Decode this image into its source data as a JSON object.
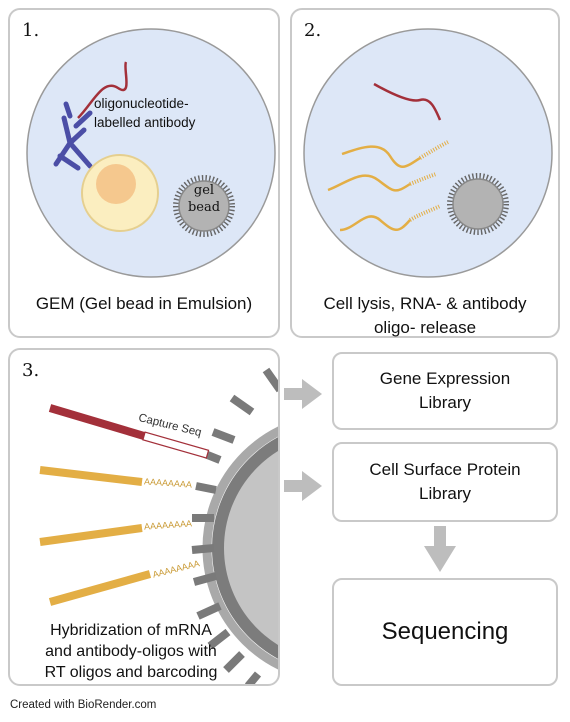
{
  "panels": {
    "gem": {
      "number": "1.",
      "caption": "GEM (Gel bead in Emulsion)",
      "antibody_label_line1": "oligonucleotide-",
      "antibody_label_line2": "labelled antibody",
      "bead_label_line1": "gel",
      "bead_label_line2": "bead"
    },
    "lysis": {
      "number": "2.",
      "caption_line1": "Cell lysis, RNA- & antibody",
      "caption_line2": "oligo- release"
    },
    "hybridization": {
      "number": "3.",
      "capture_label": "Capture Seq",
      "polyA": "AAAAAAAA",
      "caption_line1": "Hybridization of mRNA",
      "caption_line2": "and antibody-oligos with",
      "caption_line3": "RT oligos and barcoding"
    }
  },
  "libraries": {
    "gene_expression": {
      "line1": "Gene Expression",
      "line2": "Library"
    },
    "cell_surface": {
      "line1": "Cell Surface Protein",
      "line2": "Library"
    },
    "sequencing": "Sequencing"
  },
  "credit": "Created with BioRender.com",
  "colors": {
    "circle_fill": "#dde7f7",
    "antibody": "#4b4ea6",
    "oligo_red": "#a3303a",
    "mrna_gold": "#e3ae45",
    "cell_outer": "#fbeec0",
    "cell_nucleus": "#f5c88e",
    "bead_gray": "#b3b3b3",
    "arrow_gray": "#bdbdbd"
  }
}
